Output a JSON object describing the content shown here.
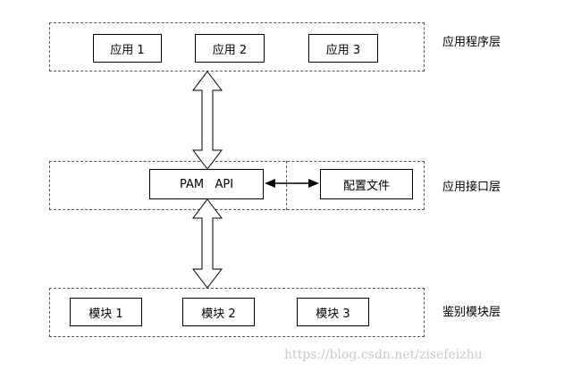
{
  "layers": {
    "application": {
      "label": "应用程序层",
      "apps": [
        "应用 1",
        "应用 2",
        "应用 3"
      ]
    },
    "interface": {
      "label": "应用接口层",
      "api": "PAM   API",
      "config": "配置文件"
    },
    "auth": {
      "label": "鉴别模块层",
      "modules": [
        "模块 1",
        "模块 2",
        "模块 3"
      ]
    }
  },
  "watermark": "https://blog.csdn.net/zisefeizhu"
}
